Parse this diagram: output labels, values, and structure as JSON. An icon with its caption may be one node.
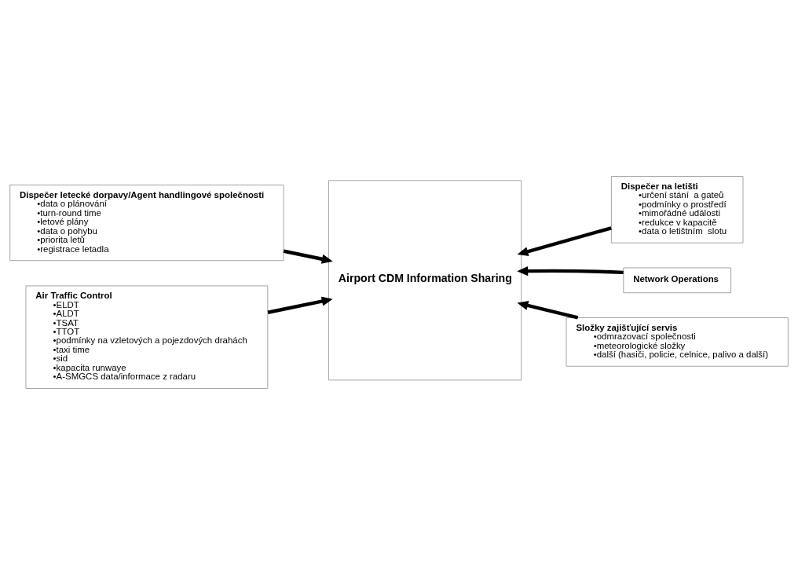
{
  "diagram": {
    "nodes": [
      {
        "text": [
          "Dispečer letecké dorpavy/Agent handlingové společnosti",
          "•data o plánování",
          "•turn-round time",
          "•letové plány",
          "•data o pohybu",
          "•priorita letů",
          "•registrace letadla"
        ]
      },
      {
        "text": [
          "Airport CDM Information Sharing"
        ]
      },
      {
        "text": [
          "Dispečer na letišti",
          "•určení stání  a gateů",
          "•podmínky o prostředí",
          "•mimořádné události",
          "•redukce v kapacitě",
          "•data o letištním  slotu"
        ]
      },
      {
        "text": [
          "Network Operations"
        ]
      },
      {
        "text": [
          "Air Traffic Control",
          "•ELDT",
          "•ALDT",
          "•TSAT",
          "•TTOT",
          "•podmínky na vzletových a pojezdových drahách",
          "•taxi time",
          "•sid",
          "•kapacita runwaye",
          "•A-SMGCS data/informace z radaru"
        ]
      },
      {
        "text": [
          "Složky zajišťující servis",
          "•odmrazovací společnosti",
          "•meteorologické složky",
          "•další (hasiči, policie, celnice, palivo a další)"
        ]
      }
    ],
    "edges": [
      {
        "from": 0,
        "to": 1,
        "arrow": "to"
      },
      {
        "from": 2,
        "to": 1,
        "arrow": "to"
      },
      {
        "from": 3,
        "to": 1,
        "arrow": "to"
      },
      {
        "from": 4,
        "to": 1,
        "arrow": "to"
      },
      {
        "from": 5,
        "to": 1,
        "arrow": "to"
      }
    ]
  }
}
